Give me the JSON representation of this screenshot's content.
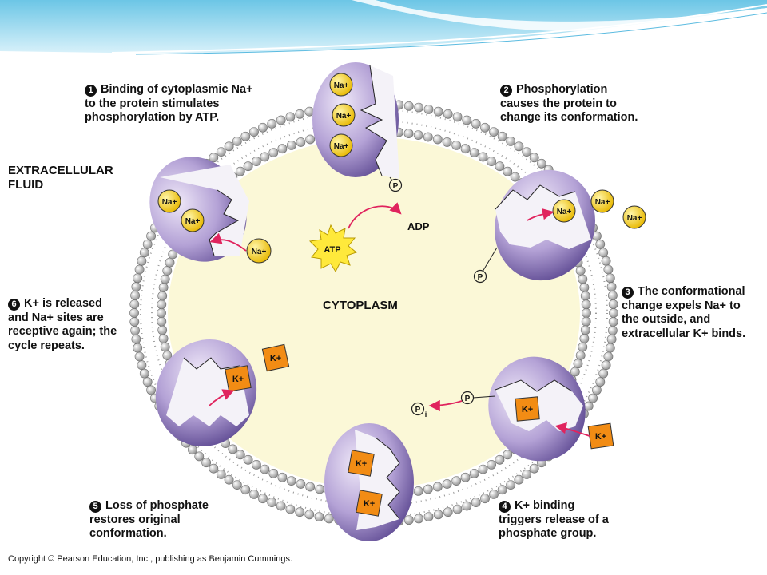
{
  "colors": {
    "banner_top": "#7fd0ea",
    "banner_bottom": "#ffffff",
    "cytoplasm": "#fbf8d7",
    "membrane_ball": "#b9b9b9",
    "protein_light": "#ddd2ef",
    "protein_dark": "#6b569f",
    "sodium_fill": "#f5d21c",
    "potassium_fill": "#f28c14",
    "arrow": "#e0245e"
  },
  "captions": {
    "step1": {
      "num": "1",
      "text": "Binding of cytoplasmic Na+\nto the protein stimulates\nphosphorylation by ATP."
    },
    "step2": {
      "num": "2",
      "text": "Phosphorylation\ncauses the protein to\nchange its conformation."
    },
    "step3": {
      "num": "3",
      "text": "The conformational\nchange expels Na+ to\nthe outside, and\nextracellular K+ binds."
    },
    "step4": {
      "num": "4",
      "text": "K+ binding\ntriggers release of a\nphosphate group."
    },
    "step5": {
      "num": "5",
      "text": "Loss of phosphate\nrestores original\nconformation."
    },
    "step6": {
      "num": "6",
      "text": "K+ is released\nand Na+ sites are\nreceptive again; the\ncycle repeats."
    }
  },
  "regions": {
    "extracellular": "EXTRACELLULAR\nFLUID",
    "cytoplasm": "CYTOPLASM"
  },
  "molecules": {
    "atp": "ATP",
    "adp": "ADP",
    "phosphate": "P",
    "inorganic_phosphate": "P",
    "inorganic_subscript": "i",
    "sodium": "Na+",
    "potassium": "K+"
  },
  "icons": [
    "sodium-ion-icon",
    "potassium-ion-icon",
    "phosphate-icon",
    "atp-burst-icon",
    "arrow-icon"
  ],
  "copyright": "Copyright © Pearson Education, Inc., publishing as Benjamin Cummings."
}
